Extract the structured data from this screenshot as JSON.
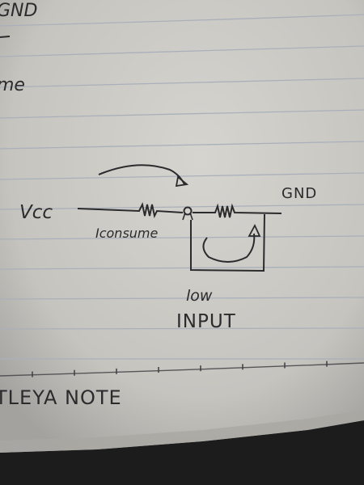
{
  "page": {
    "corner_top": "GND",
    "corner_mid": "me",
    "footer": "TLEYA NOTE"
  },
  "diagram": {
    "vcc_label": "Vcc",
    "gnd_label": "GND",
    "current_label": "Iconsume",
    "low_label": "low",
    "input_label": "INPUT"
  },
  "colors": {
    "paper": "#c9c7c2",
    "paper_shadow": "#9d9b97",
    "rule": "#a9b0ba",
    "ink": "#2b2b2d",
    "margin_ink": "#34343a",
    "edge": "#1c1c1c"
  }
}
